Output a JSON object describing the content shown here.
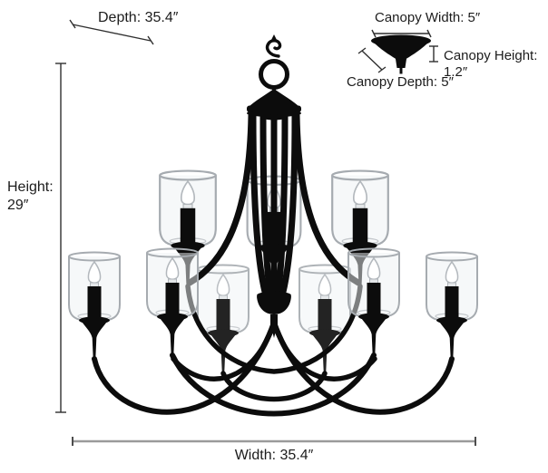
{
  "product_diagram": {
    "dimensions": {
      "depth": "Depth: 35.4″",
      "height": "Height:\n29″",
      "width": "Width: 35.4″"
    },
    "canopy": {
      "width": "Canopy Width: 5″",
      "height": "Canopy Height: 1.2″",
      "depth": "Canopy Depth: 5″"
    },
    "illustration": {
      "type": "chandelier",
      "style": "two-tier candle chandelier with clear glass shades",
      "lights": 9,
      "tiers": 2
    },
    "colors": {
      "ink": "#0c0c0c",
      "dimension_line": "#2f2f2f",
      "width_line": "#9a9a9a",
      "glass_stroke": "#a6abb0",
      "text": "#1c1c1c",
      "background": "#ffffff"
    }
  }
}
